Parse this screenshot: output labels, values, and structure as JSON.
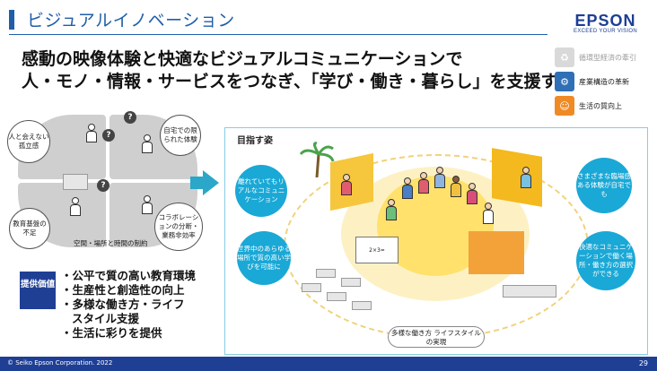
{
  "header": {
    "title": "ビジュアルイノベーション"
  },
  "logo": {
    "brand": "EPSON",
    "tagline": "EXCEED YOUR VISION"
  },
  "headline": {
    "line1": "感動の映像体験と快適なビジュアルコミュニケーションで",
    "line2": "人・モノ・情報・サービスをつなぎ、「学び・働き・暮らし」を支援する"
  },
  "legend": [
    {
      "label": "循環型経済の牽引",
      "color": "#d9d9d9",
      "icon": "recycle-icon",
      "active": false
    },
    {
      "label": "産業構造の革新",
      "color": "#2f6fb6",
      "icon": "gears-icon",
      "active": true
    },
    {
      "label": "生活の質向上",
      "color": "#f08a24",
      "icon": "people-icon",
      "active": true
    }
  ],
  "problems": {
    "isolation": "人と会えない孤立感",
    "home_experience": "自宅での限られた体験",
    "education_base": "教育基盤の不足",
    "collaboration": "コラボレーションの分断・業務非効率",
    "constraint": "空間・場所と時間の制約"
  },
  "value": {
    "tag": "提供価値",
    "items": [
      "公平で質の高い教育環境",
      "生産性と創造性の向上",
      "多様な働き方・ライフ",
      "スタイル支援",
      "生活に彩りを提供"
    ]
  },
  "vision": {
    "title": "目指す姿",
    "bubbles": {
      "remote": "離れていてもリアルなコミュニケーション",
      "world": "世界中のあらゆる場所で質の高い学びを可能に",
      "scenes": "さまざまな臨場感ある体験が自宅でも",
      "workstyle": "快適なコミュニケーションで働く場所・働き方の選択ができる"
    },
    "caption": "多様な働き方 ライフスタイルの実現"
  },
  "footer": {
    "copyright": "© Seiko Epson Corporation. 2022",
    "page": "29"
  }
}
